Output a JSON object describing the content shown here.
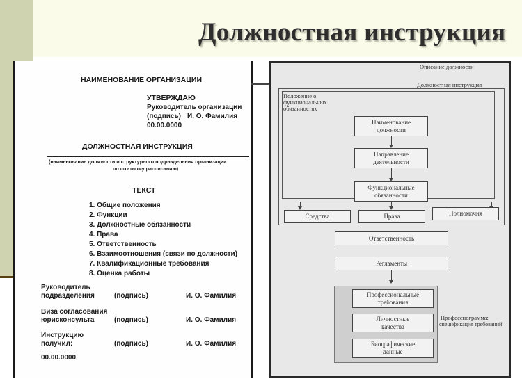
{
  "slide": {
    "title": "Должностная инструкция"
  },
  "doc": {
    "org_name": "НАИМЕНОВАНИЕ ОРГАНИЗАЦИИ",
    "approve": "УТВЕРЖДАЮ",
    "head_line": "Руководитель организации",
    "sign_line": "(подпись)",
    "fio": "И. О. Фамилия",
    "date": "00.00.0000",
    "doc_title": "ДОЛЖНОСТНАЯ ИНСТРУКЦИЯ",
    "caption1": "(наименование должности и структурного подразделения организации",
    "caption2": "по штатному расписанию)",
    "text_heading": "ТЕКСТ",
    "items": [
      "1. Общие положения",
      "2. Функции",
      "3. Должностные обязанности",
      "4. Права",
      "5. Ответственность",
      "6. Взаимоотношения (связи по должности)",
      "7. Квалификационные требования",
      "8. Оценка работы"
    ],
    "sig1_a": "Руководитель",
    "sig1_b": "подразделения",
    "sig2_a": "Виза согласования",
    "sig2_b": "юрисконсульта",
    "sig3_a": "Инструкцию",
    "sig3_b": "получил:",
    "sign": "(подпись)",
    "name": "И. О. Фамилия",
    "bottom_date": "00.00.0000"
  },
  "diagram": {
    "top_label": "Описание должности",
    "frame_label": "Должностная инструкция",
    "section_label_1": "Положение о",
    "section_label_2": "функциональных",
    "section_label_3": "обязанностях",
    "box_name_1": "Наименование",
    "box_name_2": "должности",
    "box_dir_1": "Направление",
    "box_dir_2": "деятельности",
    "box_func_1": "Функциональные",
    "box_func_2": "обязанности",
    "box_means": "Средства",
    "box_rights": "Права",
    "box_powers": "Полномочия",
    "box_resp": "Ответственность",
    "box_regs": "Регламенты",
    "box_prof_1": "Профессиональные",
    "box_prof_2": "требования",
    "box_pers_1": "Личностные",
    "box_pers_2": "качества",
    "box_bio_1": "Биографические",
    "box_bio_2": "данные",
    "side_1": "Профессиограмма:",
    "side_2": "спецификация требований"
  }
}
